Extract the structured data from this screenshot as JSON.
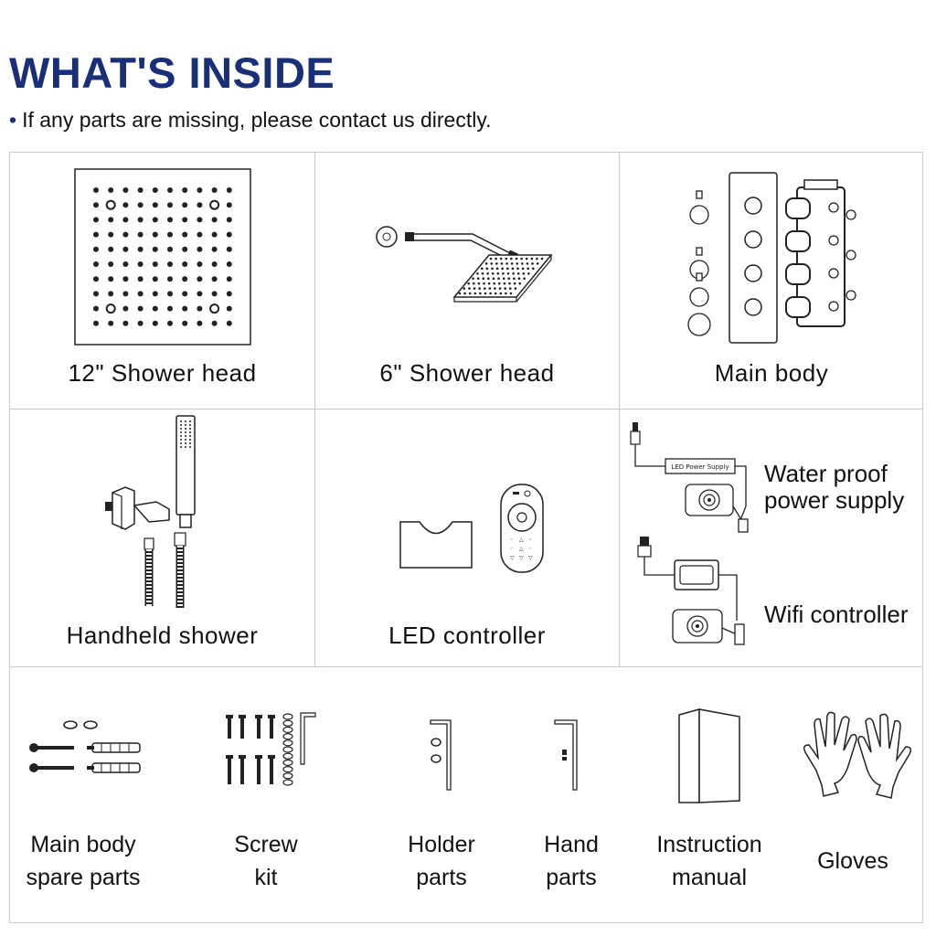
{
  "header": {
    "title": "WHAT'S INSIDE",
    "bullet": "•",
    "note": "If any parts are missing, please contact us directly."
  },
  "items": {
    "shower_head_12": "12\" Shower head",
    "shower_head_6": "6\" Shower head",
    "main_body": "Main body",
    "handheld_shower": "Handheld shower",
    "led_controller": "LED controller",
    "power_supply_line1": "Water proof",
    "power_supply_line2": "power supply",
    "power_supply_tag": "LED Power Supply",
    "wifi_controller": "Wifi controller"
  },
  "bottom_items": [
    {
      "line1": "Main body",
      "line2": "spare parts"
    },
    {
      "line1": "Screw",
      "line2": "kit"
    },
    {
      "line1": "Holder",
      "line2": "parts"
    },
    {
      "line1": "Hand",
      "line2": "parts"
    },
    {
      "line1": "Instruction",
      "line2": "manual"
    },
    {
      "line1": "Gloves",
      "line2": ""
    }
  ],
  "colors": {
    "title": "#1a2f7a",
    "grid": "#c9c9c9",
    "ink": "#111111"
  }
}
